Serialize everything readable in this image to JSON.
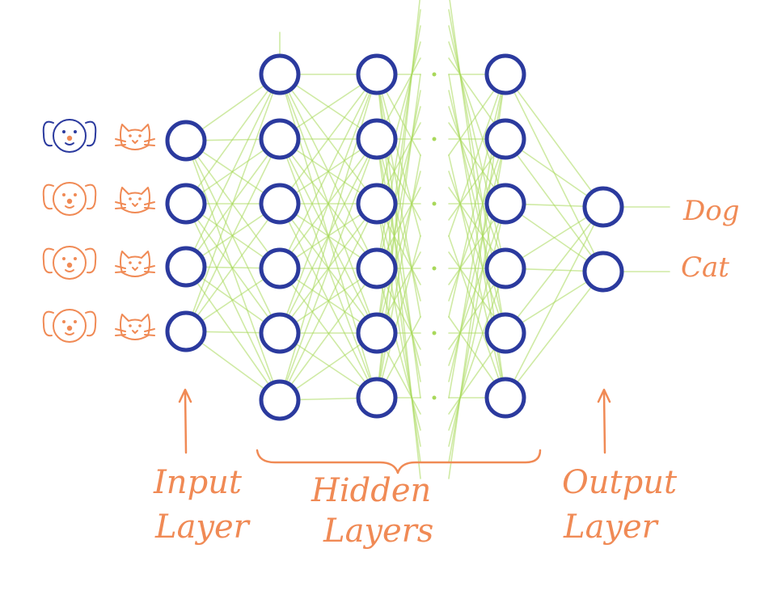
{
  "outputs": [
    "Dog",
    "Cat"
  ],
  "labels": {
    "input_line1": "Input",
    "input_line2": "Layer",
    "hidden_line1": "Hidden",
    "hidden_line2": "Layers",
    "output_line1": "Output",
    "output_line2": "Layer"
  },
  "colors": {
    "node": "#2b3a9e",
    "edge": "#a8d85a",
    "annotation": "#f08a55"
  },
  "icons": [
    "dog-icon",
    "cat-icon"
  ]
}
